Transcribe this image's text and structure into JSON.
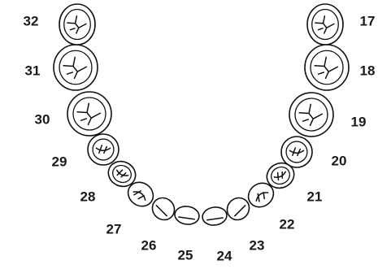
{
  "teeth": [
    {
      "number": "17",
      "side": "left",
      "type": "molar"
    },
    {
      "number": "18",
      "side": "left",
      "type": "molar"
    },
    {
      "number": "19",
      "side": "left",
      "type": "molar"
    },
    {
      "number": "20",
      "side": "left",
      "type": "premolar"
    },
    {
      "number": "21",
      "side": "left",
      "type": "premolar"
    },
    {
      "number": "22",
      "side": "left",
      "type": "canine"
    },
    {
      "number": "23",
      "side": "left",
      "type": "incisor"
    },
    {
      "number": "24",
      "side": "left",
      "type": "incisor"
    },
    {
      "number": "25",
      "side": "right",
      "type": "incisor"
    },
    {
      "number": "26",
      "side": "right",
      "type": "incisor"
    },
    {
      "number": "27",
      "side": "right",
      "type": "canine"
    },
    {
      "number": "28",
      "side": "right",
      "type": "premolar"
    },
    {
      "number": "29",
      "side": "right",
      "type": "premolar"
    },
    {
      "number": "30",
      "side": "right",
      "type": "molar"
    },
    {
      "number": "31",
      "side": "right",
      "type": "molar"
    },
    {
      "number": "32",
      "side": "right",
      "type": "molar"
    }
  ]
}
